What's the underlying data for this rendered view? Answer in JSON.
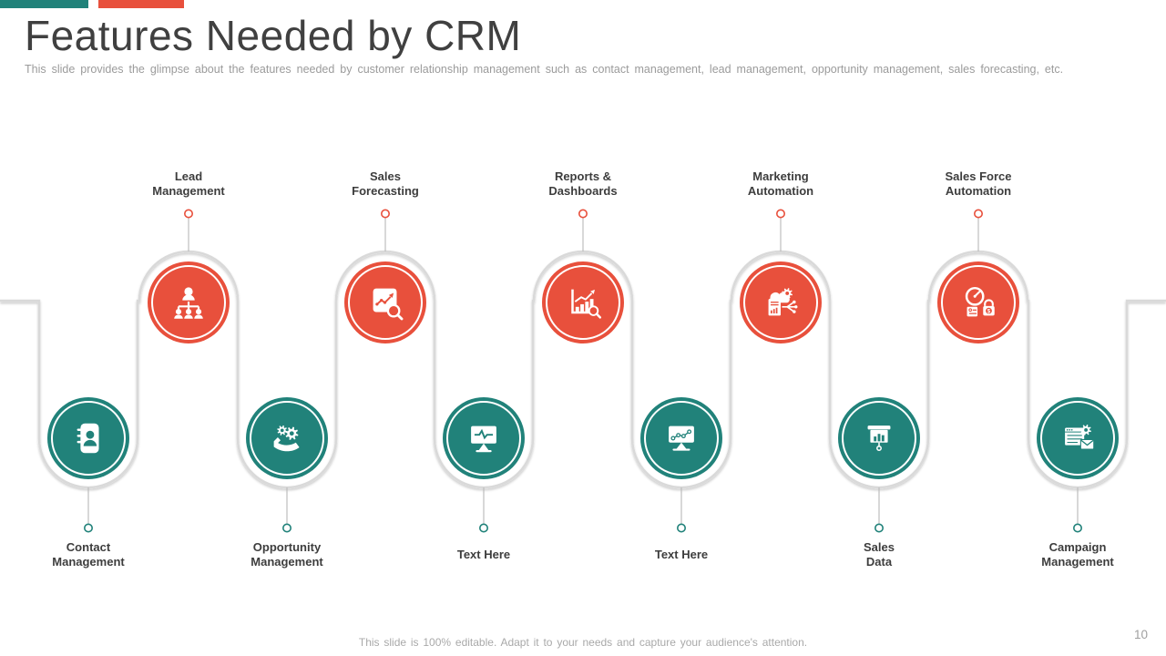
{
  "slide": {
    "title": "Features Needed by CRM",
    "subtitle": "This slide provides the glimpse about the features needed by customer relationship management such as contact management, lead management, opportunity management, sales forecasting, etc.",
    "footer": "This slide is 100% editable. Adapt it to your needs and capture your audience's attention.",
    "page_number": "10"
  },
  "colors": {
    "teal": "#21827a",
    "orange": "#e8503c",
    "track_gray": "#d9d9d9",
    "stem_gray": "#bdbdbd",
    "label_dark": "#3d3d3d",
    "muted_gray": "#a9a9a9"
  },
  "features": [
    {
      "label_lines": [
        "Contact",
        "Management"
      ],
      "position": "bottom",
      "color": "teal",
      "icon": "contact-book-icon"
    },
    {
      "label_lines": [
        "Lead",
        "Management"
      ],
      "position": "top",
      "color": "orange",
      "icon": "org-chart-icon"
    },
    {
      "label_lines": [
        "Opportunity",
        "Management"
      ],
      "position": "bottom",
      "color": "teal",
      "icon": "hand-gears-icon"
    },
    {
      "label_lines": [
        "Sales",
        "Forecasting"
      ],
      "position": "top",
      "color": "orange",
      "icon": "trend-magnifier-icon"
    },
    {
      "label_lines": [
        "Text Here"
      ],
      "position": "bottom",
      "color": "teal",
      "icon": "monitor-pulse-icon"
    },
    {
      "label_lines": [
        "Reports &",
        "Dashboards"
      ],
      "position": "top",
      "color": "orange",
      "icon": "bar-chart-magnifier-icon"
    },
    {
      "label_lines": [
        "Text Here"
      ],
      "position": "bottom",
      "color": "teal",
      "icon": "monitor-trend-icon"
    },
    {
      "label_lines": [
        "Marketing",
        "Automation"
      ],
      "position": "top",
      "color": "orange",
      "icon": "cloud-gear-network-icon"
    },
    {
      "label_lines": [
        "Sales",
        "Data"
      ],
      "position": "bottom",
      "color": "teal",
      "icon": "presentation-chart-icon"
    },
    {
      "label_lines": [
        "Sales Force",
        "Automation"
      ],
      "position": "top",
      "color": "orange",
      "icon": "gauge-dollar-lock-icon"
    },
    {
      "label_lines": [
        "Campaign",
        "Management"
      ],
      "position": "bottom",
      "color": "teal",
      "icon": "browser-gear-mail-icon"
    }
  ]
}
